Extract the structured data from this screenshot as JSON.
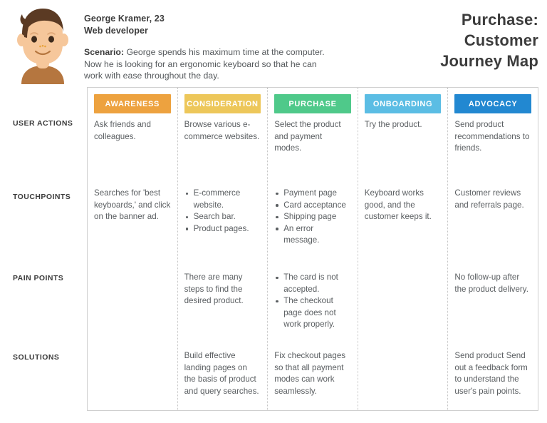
{
  "persona": {
    "name": "George Kramer, 23",
    "role": "Web developer",
    "scenario_label": "Scenario:",
    "scenario_text": " George spends his maximum time at the computer. Now he is looking for an ergonomic keyboard so that he can work with ease throughout the day.",
    "avatar_icon": "male-avatar-icon",
    "avatar_colors": {
      "skin": "#f6c79b",
      "hair": "#5b3a23",
      "shirt": "#b5763f",
      "eye": "#3d2a1c",
      "freckle": "#e8a33d"
    }
  },
  "title": {
    "line1": "Purchase:",
    "line2": "Customer",
    "line3": "Journey Map"
  },
  "row_labels": [
    "USER ACTIONS",
    "TOUCHPOINTS",
    "PAIN POINTS",
    "SOLUTIONS"
  ],
  "stages": [
    {
      "label": "AWARENESS",
      "color": "#eda23f",
      "user_actions": {
        "type": "text",
        "text": "Ask friends and colleagues."
      },
      "touchpoints": {
        "type": "text",
        "text": "Searches for 'best keyboards,' and click on the banner ad."
      },
      "pain_points": {
        "type": "text",
        "text": ""
      },
      "solutions": {
        "type": "text",
        "text": ""
      }
    },
    {
      "label": "CONSIDERATION",
      "color": "#edc75a",
      "user_actions": {
        "type": "text",
        "text": "Browse various e-commerce websites."
      },
      "touchpoints": {
        "type": "list",
        "items": [
          "E-commerce website.",
          "Search bar.",
          "Product pages."
        ]
      },
      "pain_points": {
        "type": "text",
        "text": "There are many steps to find the desired product."
      },
      "solutions": {
        "type": "text",
        "text": "Build effective landing pages on the basis of product and query searches."
      }
    },
    {
      "label": "PURCHASE",
      "color": "#4fc98a",
      "user_actions": {
        "type": "text",
        "text": "Select the product and payment modes."
      },
      "touchpoints": {
        "type": "list",
        "items": [
          "Payment page",
          "Card acceptance",
          "Shipping page",
          "An error message."
        ]
      },
      "pain_points": {
        "type": "list",
        "items": [
          "The card is not accepted.",
          "The checkout page does not work properly."
        ]
      },
      "solutions": {
        "type": "text",
        "text": "Fix checkout pages so that all payment modes can work seamlessly."
      }
    },
    {
      "label": "ONBOARDING",
      "color": "#5bbde4",
      "user_actions": {
        "type": "text",
        "text": "Try the product."
      },
      "touchpoints": {
        "type": "text",
        "text": "Keyboard works good, and the customer keeps it."
      },
      "pain_points": {
        "type": "text",
        "text": ""
      },
      "solutions": {
        "type": "text",
        "text": ""
      }
    },
    {
      "label": "ADVOCACY",
      "color": "#2288d1",
      "user_actions": {
        "type": "text",
        "text": "Send product recommendations to friends."
      },
      "touchpoints": {
        "type": "text",
        "text": "Customer reviews and referrals page."
      },
      "pain_points": {
        "type": "text",
        "text": "No follow-up after the product delivery."
      },
      "solutions": {
        "type": "text",
        "text": "Send product Send out a feedback form to understand the user's pain points."
      }
    }
  ]
}
